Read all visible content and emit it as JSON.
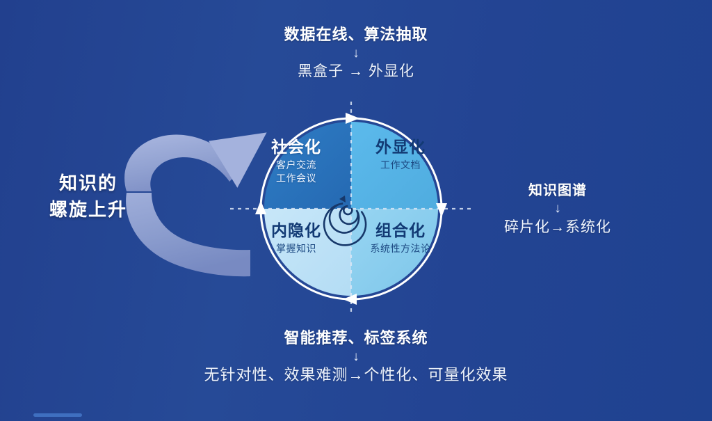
{
  "theme": {
    "background_color": "#24408f",
    "quadrant_top_left_color": "#2a72bd",
    "quadrant_top_right_color": "#56b4e8",
    "quadrant_bottom_left_color": "#bfe2f7",
    "quadrant_bottom_right_color": "#8dd0ef",
    "ring_color": "#ffffff",
    "big_arrow_color": "#9aaad8",
    "spiral_color": "#1b3a6b"
  },
  "left_label": {
    "line1": "知识的",
    "line2": "螺旋上升"
  },
  "top_caption": {
    "heading": "数据在线、算法抽取",
    "arrow": "↓",
    "detail": "黑盒子 → 外显化"
  },
  "right_caption": {
    "heading": "知识图谱",
    "arrow": "↓",
    "detail": "碎片化→系统化"
  },
  "bottom_caption": {
    "heading": "智能推荐、标签系统",
    "arrow": "↓",
    "detail": "无针对性、效果难测→个性化、可量化效果"
  },
  "cycle": {
    "quadrants": [
      {
        "position": "top-left",
        "title": "社会化",
        "subtitle_line1": "客户交流",
        "subtitle_line2": "工作会议"
      },
      {
        "position": "top-right",
        "title": "外显化",
        "subtitle_line1": "工作文档",
        "subtitle_line2": ""
      },
      {
        "position": "bottom-left",
        "title": "内隐化",
        "subtitle_line1": "掌握知识",
        "subtitle_line2": ""
      },
      {
        "position": "bottom-right",
        "title": "组合化",
        "subtitle_line1": "系统性方法论",
        "subtitle_line2": ""
      }
    ]
  }
}
